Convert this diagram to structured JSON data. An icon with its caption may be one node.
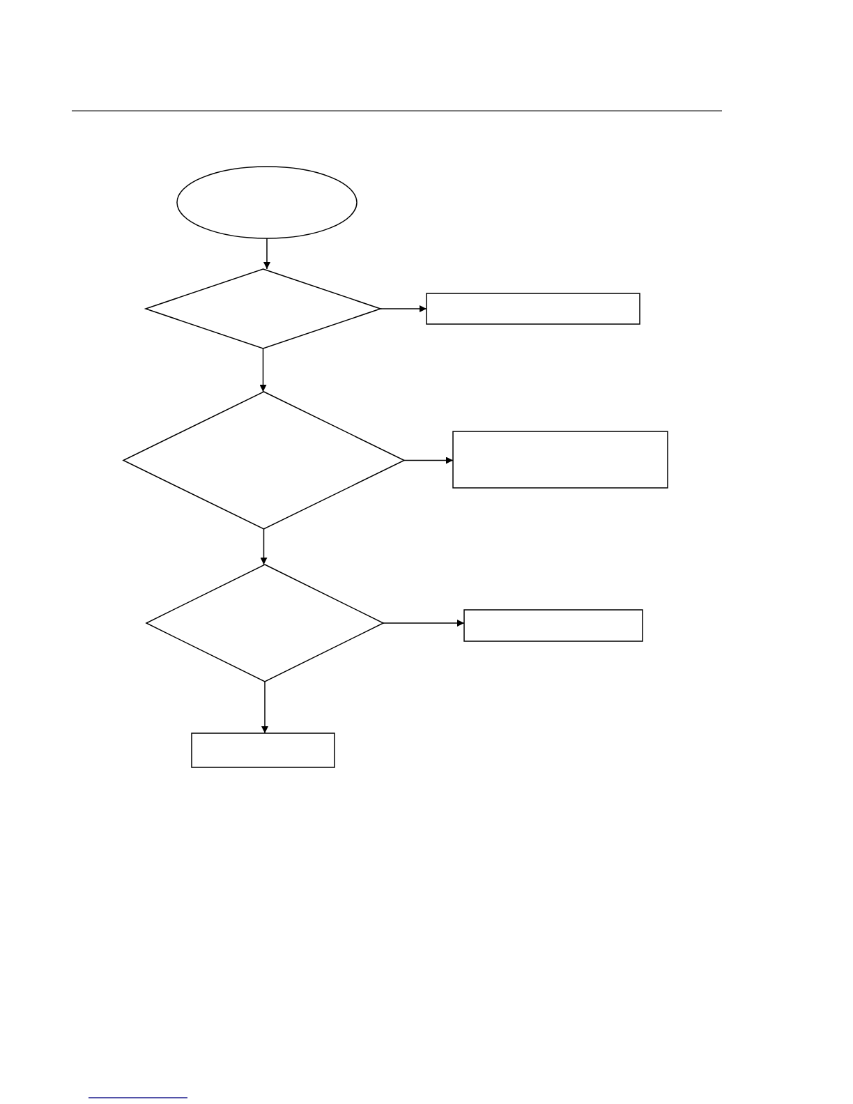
{
  "diagram": {
    "nodes": [
      {
        "text": [],
        "shape": "ellipse"
      },
      {
        "text": [],
        "shape": "diamond"
      },
      {
        "text": [],
        "shape": "box"
      },
      {
        "text": [],
        "shape": "diamond"
      },
      {
        "text": [],
        "shape": "box"
      },
      {
        "text": [],
        "shape": "diamond"
      },
      {
        "text": [],
        "shape": "box"
      },
      {
        "text": [],
        "shape": "box"
      }
    ],
    "edges": [
      {
        "from": 0,
        "to": 1,
        "arrow": "to"
      },
      {
        "from": 1,
        "to": 2,
        "arrow": "to"
      },
      {
        "from": 1,
        "to": 3,
        "arrow": "to"
      },
      {
        "from": 3,
        "to": 4,
        "arrow": "to"
      },
      {
        "from": 3,
        "to": 5,
        "arrow": "to"
      },
      {
        "from": 5,
        "to": 6,
        "arrow": "to"
      },
      {
        "from": 5,
        "to": 7,
        "arrow": "to"
      }
    ]
  }
}
